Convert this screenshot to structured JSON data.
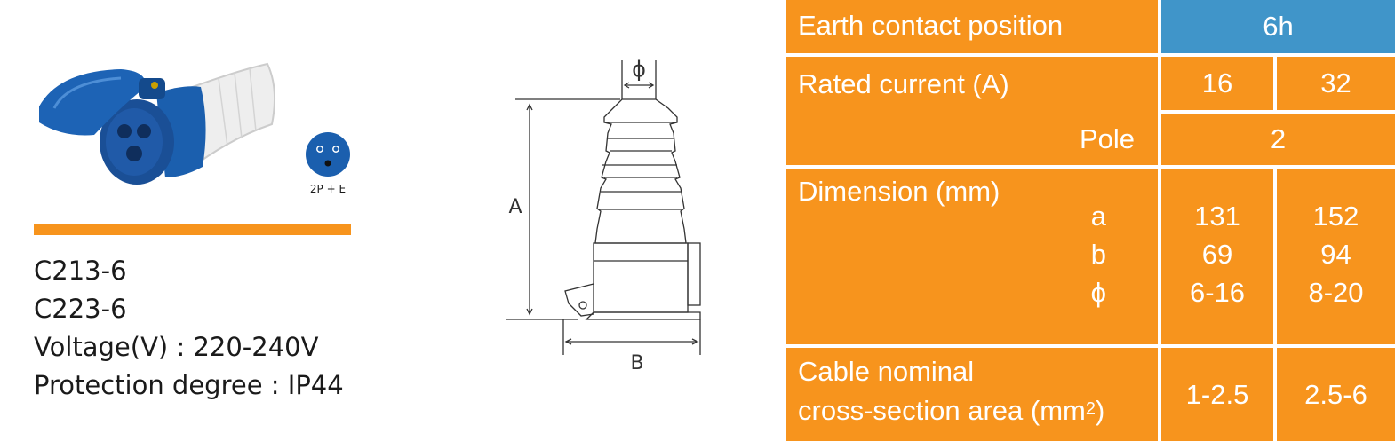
{
  "product": {
    "pin_label": "2P + E",
    "lines": [
      "C213-6",
      "C223-6",
      "Voltage(V) : 220-240V",
      "Protection degree : IP44"
    ]
  },
  "drawing": {
    "label_phi": "ϕ",
    "label_a": "A",
    "label_b": "B"
  },
  "table": {
    "earth_contact_label": "Earth contact position",
    "earth_contact_value": "6h",
    "rated_current_label": "Rated current (A)",
    "rated_current_values": [
      "16",
      "32"
    ],
    "pole_label": "Pole",
    "pole_value": "2",
    "dimension_label": "Dimension (mm)",
    "dimension_keys": [
      "a",
      "b",
      "ϕ"
    ],
    "dimension_col1": [
      "131",
      "69",
      "6-16"
    ],
    "dimension_col2": [
      "152",
      "94",
      "8-20"
    ],
    "cable_label_line1": "Cable nominal",
    "cable_label_line2": "cross-section area (mm",
    "cable_label_sup": "2",
    "cable_label_close": ")",
    "cable_values": [
      "1-2.5",
      "2.5-6"
    ]
  },
  "colors": {
    "orange": "#f7941d",
    "blue_cell": "#4095c9",
    "product_blue": "#1b5fae"
  }
}
